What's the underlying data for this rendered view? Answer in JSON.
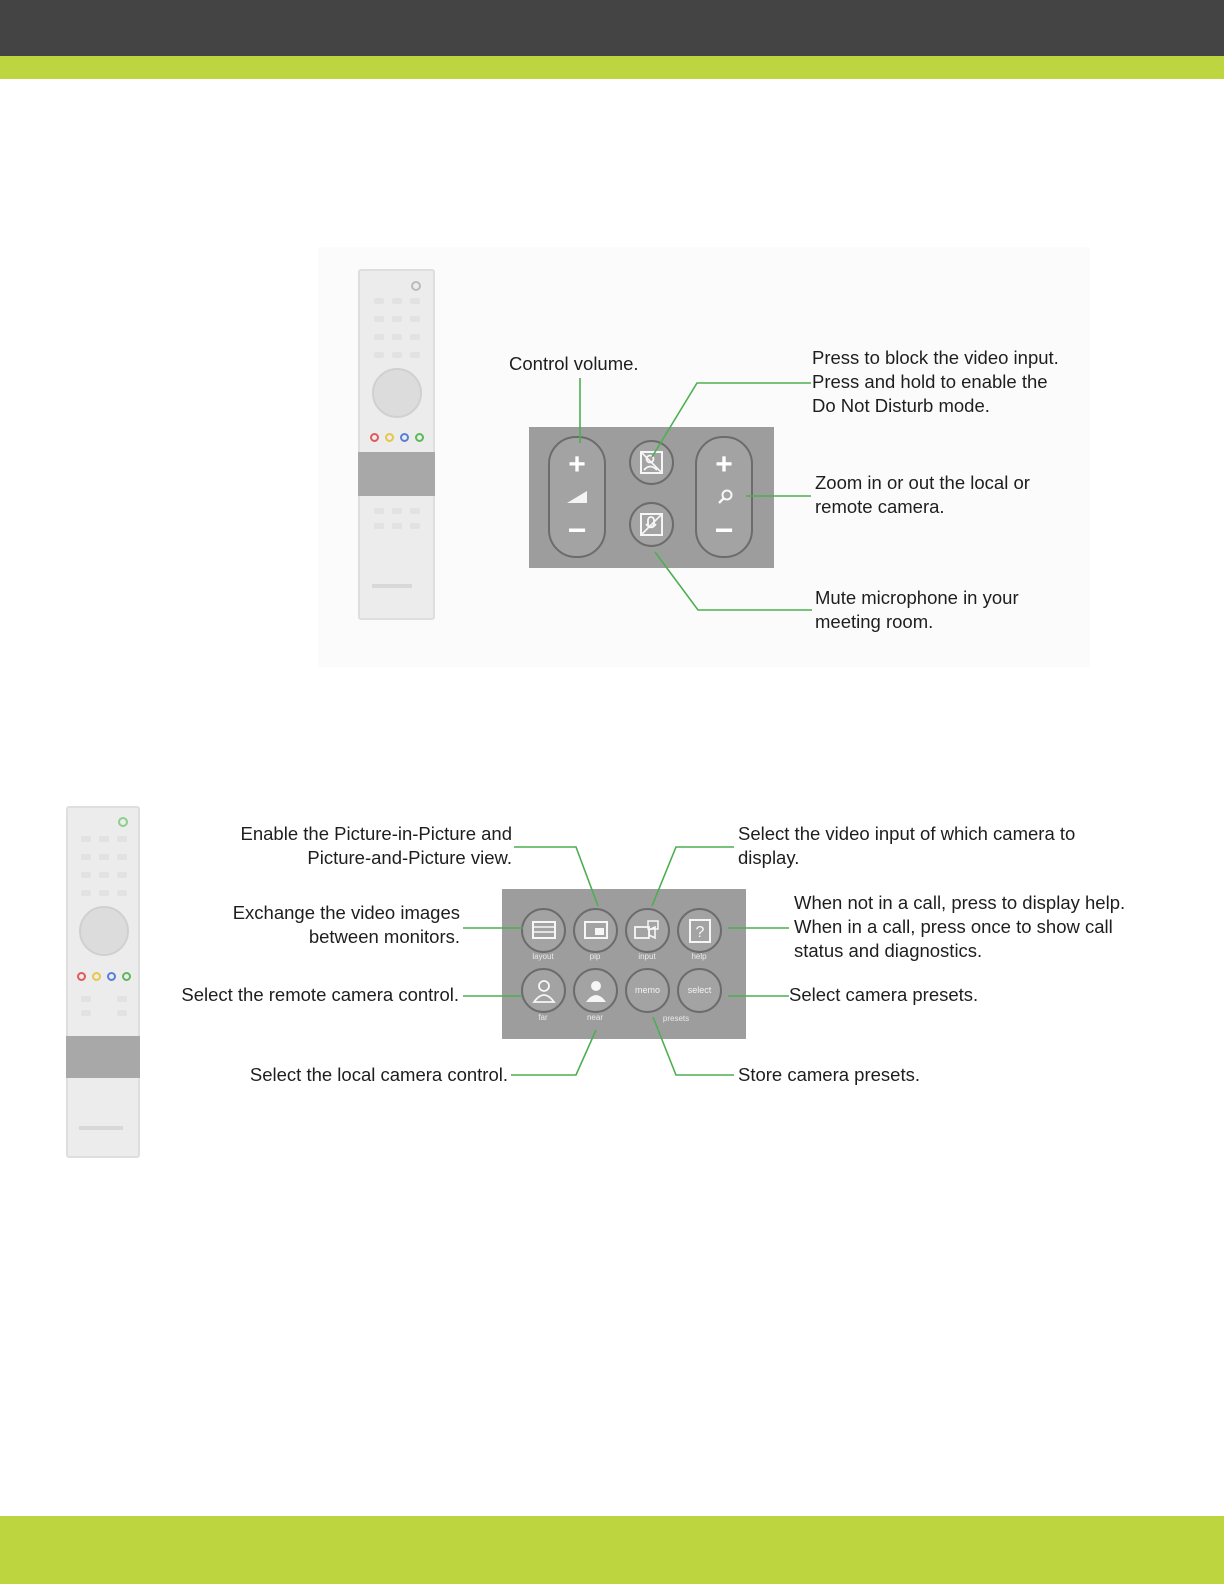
{
  "colors": {
    "header": "#444444",
    "accent": "#bdd63f",
    "callout_line": "#4caf50",
    "keypad": "#9d9d9d"
  },
  "section1": {
    "callouts": {
      "volume": "Control volume.",
      "video_block": [
        "Press to block the video  input.",
        "Press and hold to enable the",
        "Do Not Disturb mode."
      ],
      "zoom": [
        "Zoom  in or out the local or",
        "remote camera."
      ],
      "mute": [
        "Mute microphone  in your",
        "meeting room."
      ]
    },
    "icons": [
      "plus-icon",
      "volume-icon",
      "minus-icon",
      "video-block-icon",
      "mic-mute-icon",
      "zoom-icon"
    ]
  },
  "section2": {
    "callouts": {
      "pip": [
        "Enable  the Picture-in-Picture  and",
        "Picture-and-Picture  view."
      ],
      "exchange": [
        "Exchange the video  images",
        "between  monitors."
      ],
      "remote_cam": "Select the remote  camera  control.",
      "local_cam": "Select the local camera  control.",
      "input": [
        "Select the video  input of which camera to",
        "display."
      ],
      "help": [
        "When not in a call, press to display help.",
        "When in a call,  press once to show call",
        "status and  diagnostics."
      ],
      "presets": "Select camera  presets.",
      "store": "Store camera  presets."
    },
    "button_labels": {
      "layout": "layout",
      "pip": "pip",
      "input": "input",
      "help": "help",
      "far": "far",
      "near": "near",
      "memo": "memo",
      "select": "select",
      "presets": "presets"
    }
  }
}
